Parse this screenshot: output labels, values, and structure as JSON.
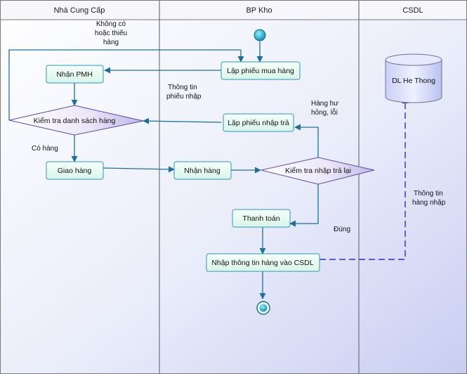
{
  "lanes": [
    {
      "title": "Nhà Cung Cấp"
    },
    {
      "title": "BP Kho"
    },
    {
      "title": "CSDL"
    }
  ],
  "nodes": {
    "lap_phieu_mua_hang": "Lập phiếu mua hàng",
    "nhan_pmh": "Nhận PMH",
    "kiem_tra_danh_sach": "Kiểm tra danh sách hàng",
    "lap_phieu_nhap_tra": "Lập phiếu nhập trả",
    "giao_hang": "Giao hàng",
    "nhan_hang": "Nhận hàng",
    "kiem_tra_nhap_tra": "Kiểm tra nhập trả lại",
    "thanh_toan": "Thanh toán",
    "nhap_thong_tin": "Nhập thông tin hàng vào CSDL",
    "dl_he_thong": "DL He Thong"
  },
  "notes": {
    "khong_co_1": "Không có",
    "khong_co_2": "hoặc thiếu",
    "khong_co_3": "hàng",
    "thong_tin_pn_1": "Thông tin",
    "thong_tin_pn_2": "phiếu nhập",
    "hang_hu_1": "Hàng hư",
    "hang_hu_2": "hỏng, lỗi",
    "co_hang": "Có hàng",
    "dung": "Đúng",
    "thong_tin_hn_1": "Thông tin",
    "thong_tin_hn_2": "hàng nhập"
  }
}
